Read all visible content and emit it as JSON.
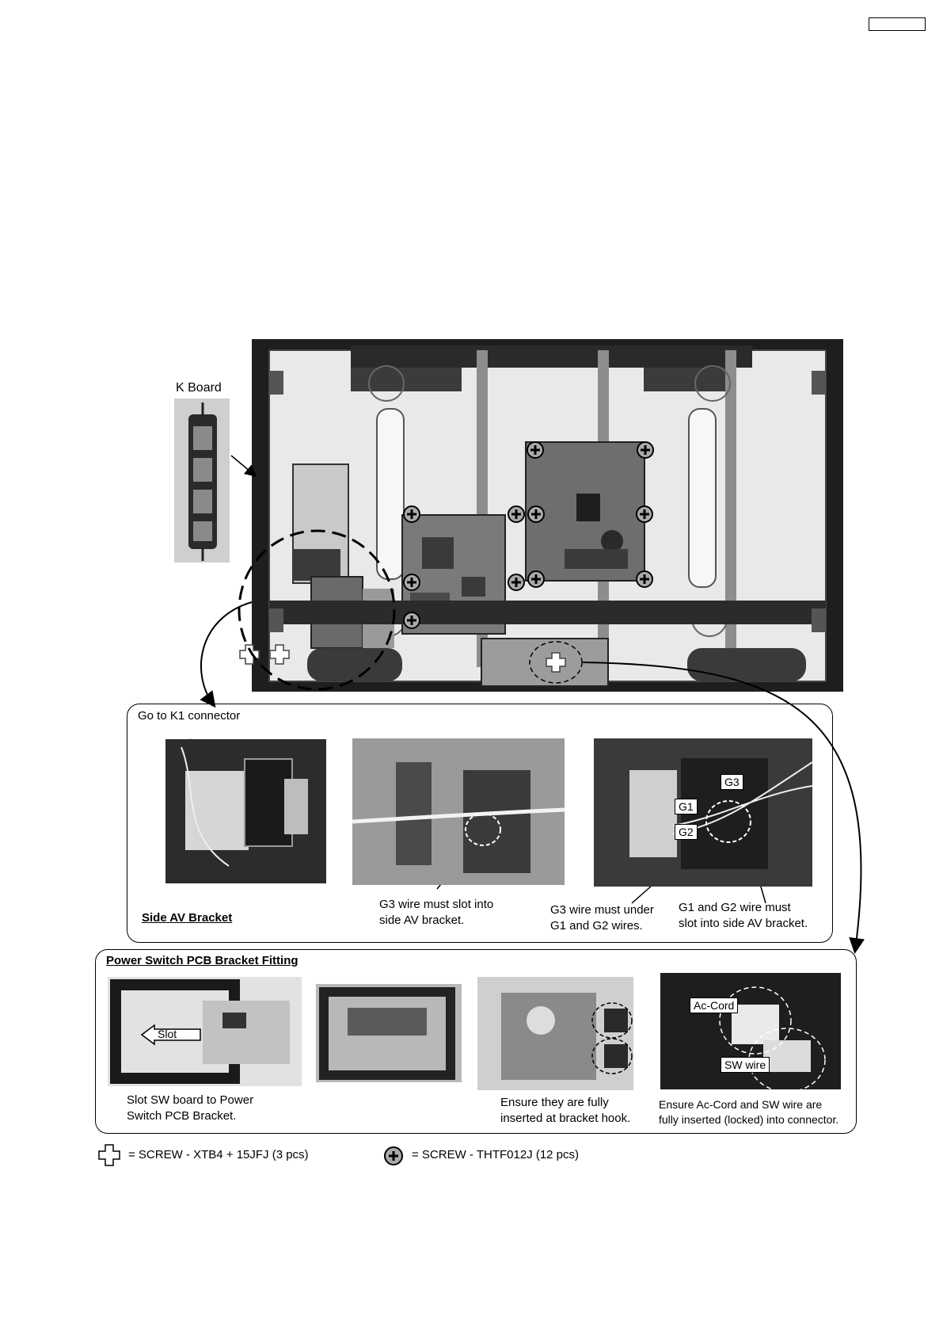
{
  "page_number": "",
  "main_view": {
    "k_board_label": "K Board"
  },
  "side_av": {
    "k1_label": "Go to K1 connector",
    "title": "Side AV Bracket",
    "g3_slot_note_line1": "G3 wire must slot into",
    "g3_slot_note_line2": "side AV bracket.",
    "g3_under_note_line1": "G3 wire must under",
    "g3_under_note_line2": "G1 and G2 wires.",
    "g12_note_line1": "G1 and G2 wire must",
    "g12_note_line2": "slot into side AV bracket.",
    "tag_g1": "G1",
    "tag_g2": "G2",
    "tag_g3": "G3"
  },
  "power_switch": {
    "title": "Power Switch PCB Bracket Fitting",
    "slot_label": "Slot",
    "slot_note_line1": "Slot SW board to Power",
    "slot_note_line2": "Switch PCB Bracket.",
    "ensure_note_line1": "Ensure they are fully",
    "ensure_note_line2": "inserted at bracket hook.",
    "accord_label": "Ac-Cord",
    "swwire_label": "SW wire",
    "accord_note_line1": "Ensure Ac-Cord and SW wire are",
    "accord_note_line2": "fully inserted (locked) into connector."
  },
  "legend": {
    "screw_a": "= SCREW - XTB4 + 15JFJ (3 pcs)",
    "screw_b": "= SCREW - THTF012J (12 pcs)"
  },
  "colors": {
    "photo_dark": "#3a3a3a",
    "photo_mid": "#777777",
    "photo_light": "#bdbdbd"
  }
}
